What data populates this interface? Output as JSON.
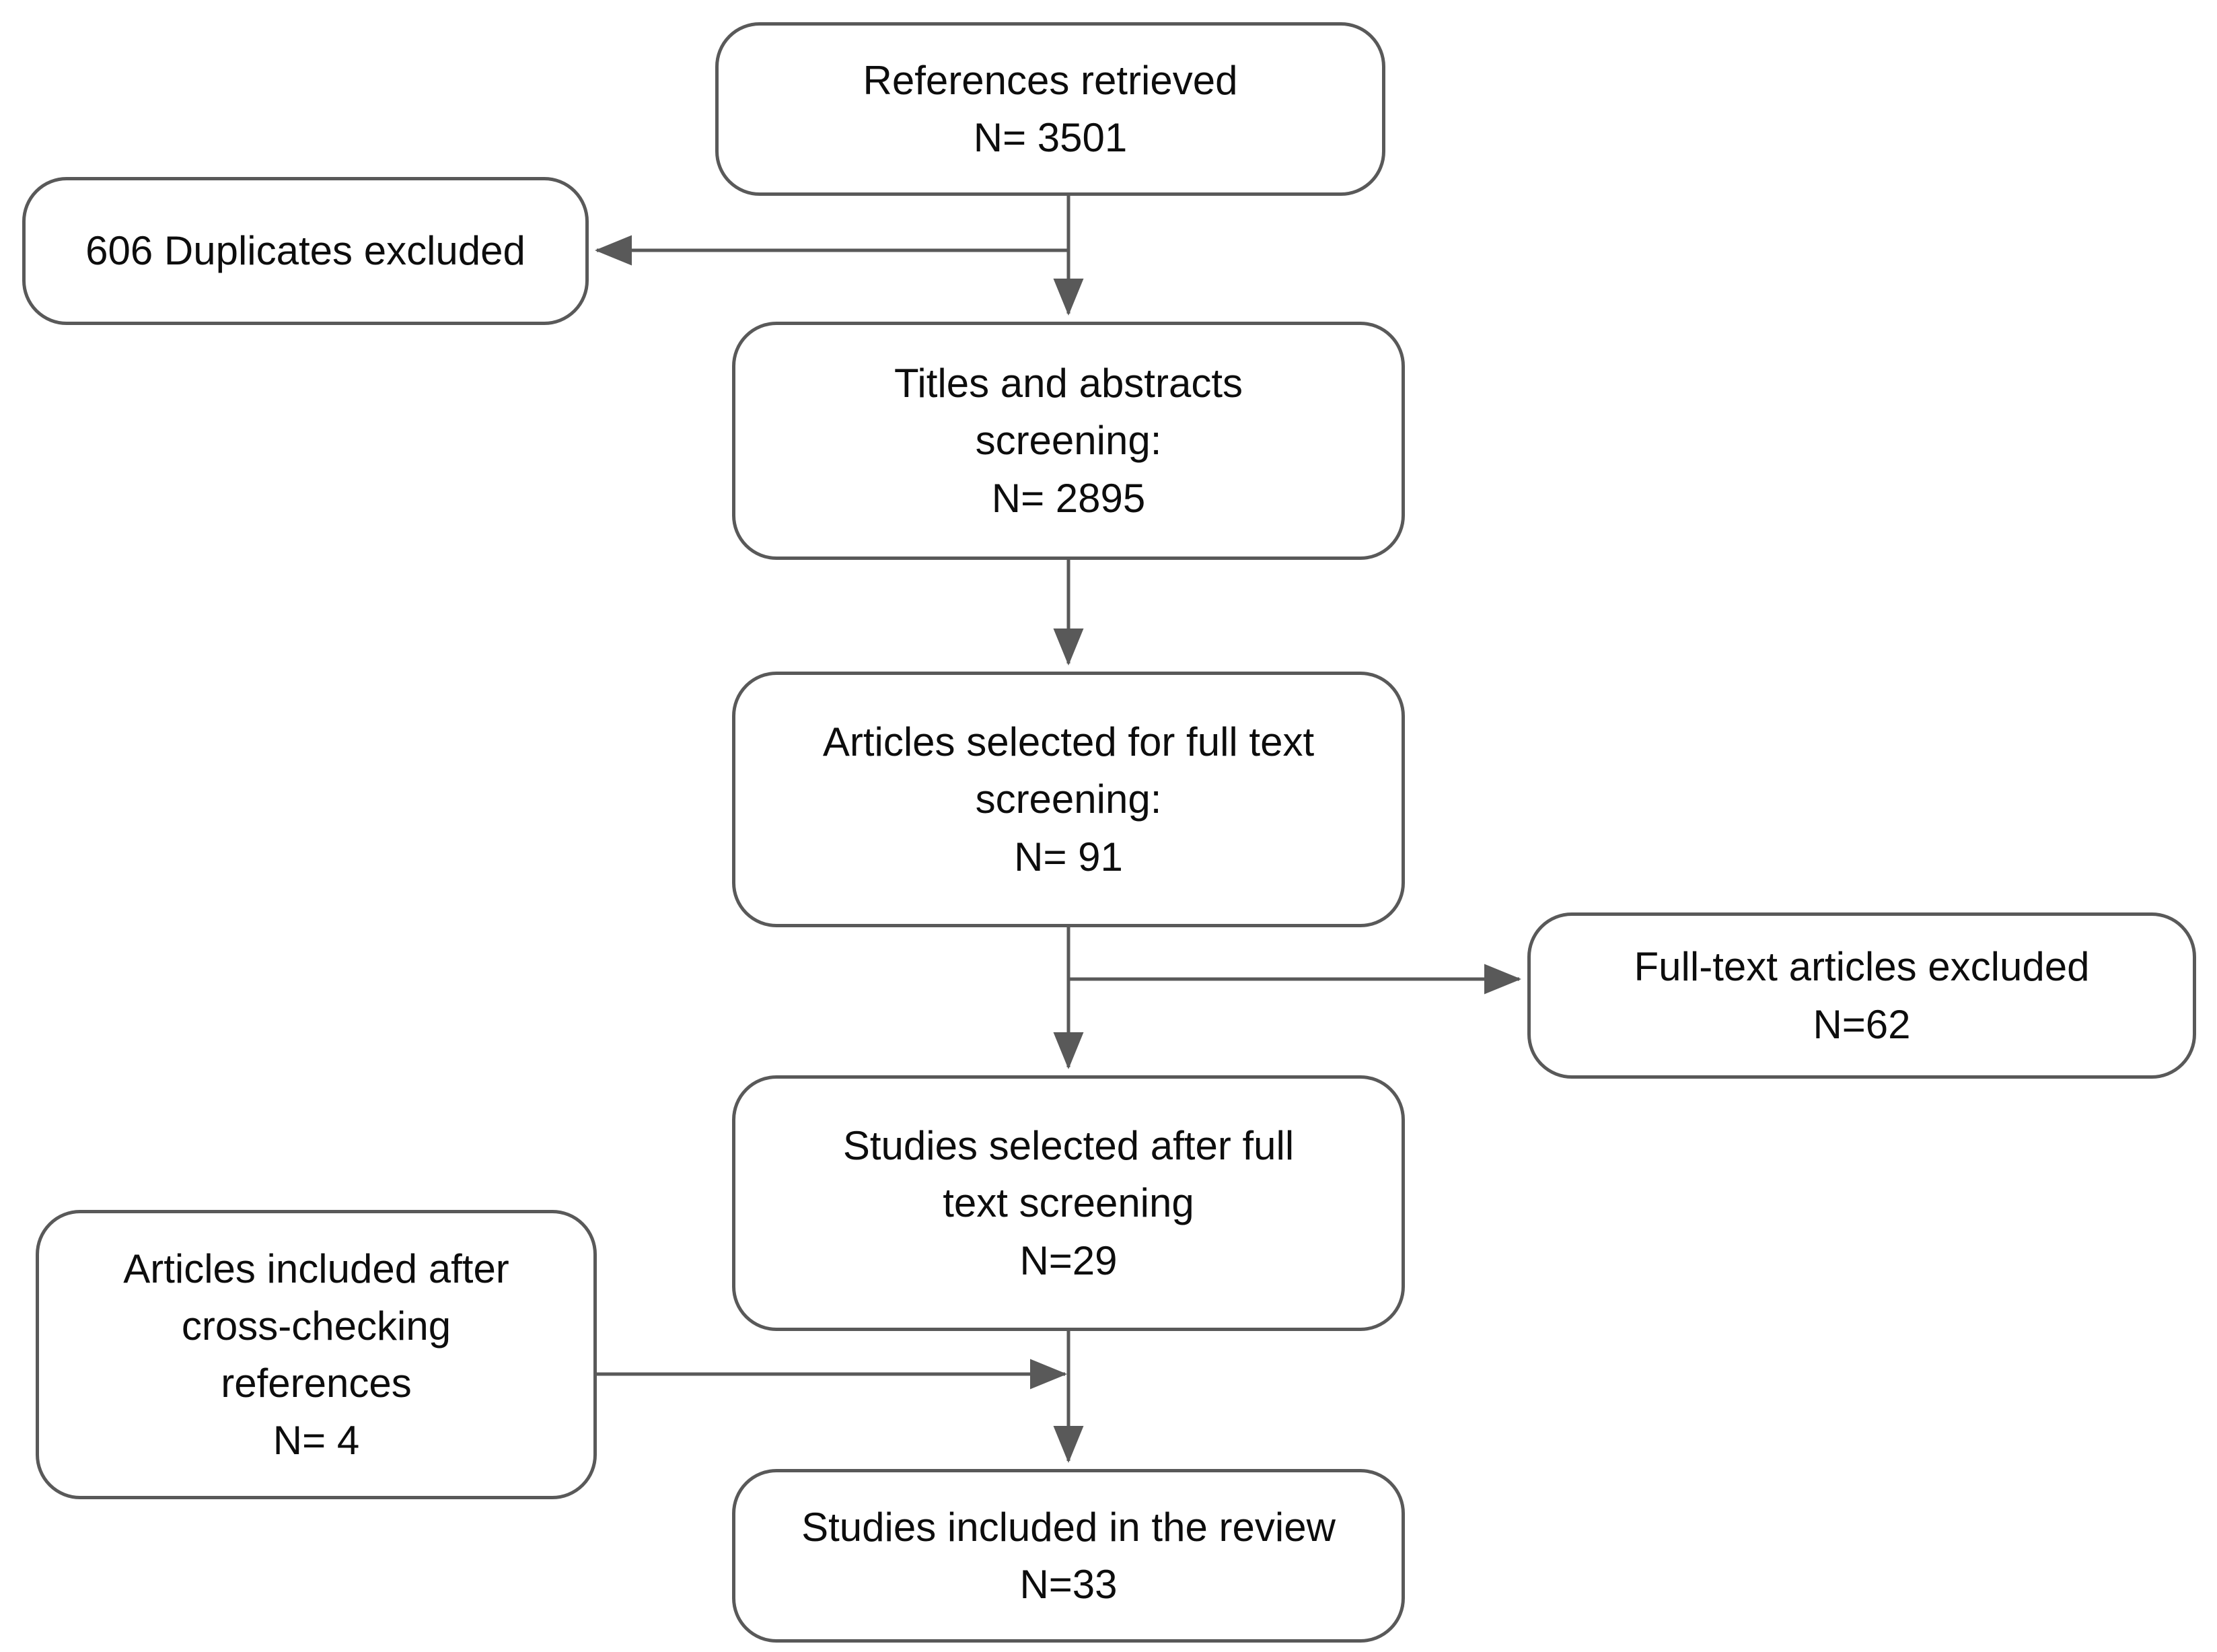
{
  "diagram": {
    "type": "prisma-flow-diagram",
    "stroke_color": "#595959",
    "text_color": "#0d0d0d",
    "background_color": "#ffffff",
    "nodes": [
      {
        "id": "references",
        "name": "references-retrieved-box",
        "lines": [
          "References retrieved",
          "N= 3501"
        ],
        "count": 3501
      },
      {
        "id": "duplicates",
        "name": "duplicates-excluded-box",
        "lines": [
          "606 Duplicates excluded"
        ],
        "count": 606
      },
      {
        "id": "titles",
        "name": "titles-abstracts-screening-box",
        "lines": [
          "Titles and abstracts",
          "screening:",
          "N= 2895"
        ],
        "count": 2895
      },
      {
        "id": "fulltext_select",
        "name": "articles-selected-full-text-box",
        "lines": [
          "Articles selected for full text",
          "screening:",
          "N= 91"
        ],
        "count": 91
      },
      {
        "id": "excluded",
        "name": "full-text-articles-excluded-box",
        "lines": [
          "Full-text articles excluded",
          "N=62"
        ],
        "count": 62
      },
      {
        "id": "studies_select",
        "name": "studies-selected-after-full-text-box",
        "lines": [
          "Studies selected after full",
          "text screening",
          "N=29"
        ],
        "count": 29
      },
      {
        "id": "crosscheck",
        "name": "articles-included-cross-checking-box",
        "lines": [
          "Articles included after",
          "cross-checking",
          "references",
          "N= 4"
        ],
        "count": 4
      },
      {
        "id": "included",
        "name": "studies-included-in-review-box",
        "lines": [
          "Studies included in the review",
          "N=33"
        ],
        "count": 33
      }
    ],
    "edges": [
      {
        "id": "references-to-titles",
        "from": "references",
        "to": "titles",
        "direction": "down"
      },
      {
        "id": "references-to-duplicates",
        "from": "references",
        "to": "duplicates",
        "direction": "left"
      },
      {
        "id": "titles-to-fulltext-select",
        "from": "titles",
        "to": "fulltext_select",
        "direction": "down"
      },
      {
        "id": "fulltext-select-to-excluded",
        "from": "fulltext_select",
        "to": "excluded",
        "direction": "right"
      },
      {
        "id": "fulltext-select-to-studies",
        "from": "fulltext_select",
        "to": "studies_select",
        "direction": "down"
      },
      {
        "id": "studies-to-included",
        "from": "studies_select",
        "to": "included",
        "direction": "down"
      },
      {
        "id": "crosscheck-to-included-stem",
        "from": "crosscheck",
        "to": "included",
        "direction": "right"
      }
    ]
  }
}
